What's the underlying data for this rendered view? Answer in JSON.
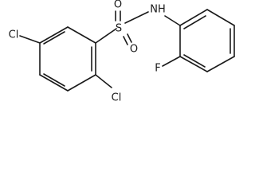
{
  "molecule": {
    "atoms": {
      "cl_left": "Cl",
      "cl_bottom": "Cl",
      "s": "S",
      "o_top": "O",
      "o_bottom": "O",
      "nh": "NH",
      "f": "F"
    }
  }
}
